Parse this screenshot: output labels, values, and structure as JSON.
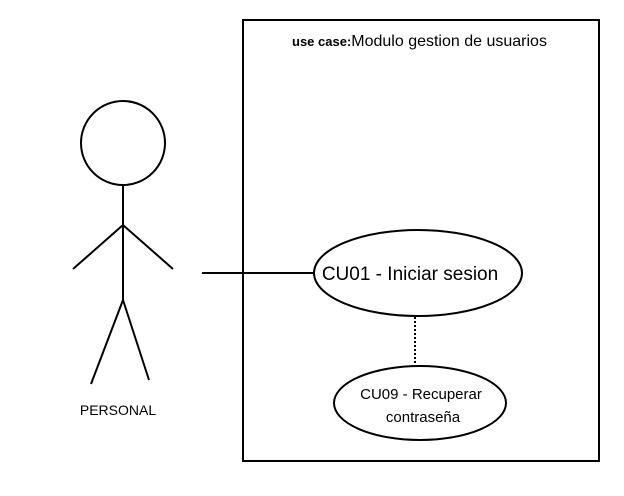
{
  "system": {
    "stereotype": "use case:",
    "name": "Modulo gestion de usuarios"
  },
  "actor": {
    "name": "PERSONAL"
  },
  "use_cases": [
    {
      "label_lines": [
        "CU01 - Iniciar sesion"
      ]
    },
    {
      "label_lines": [
        "CU09 - Recuperar",
        "contraseña"
      ]
    }
  ],
  "colors": {
    "stroke": "#000000",
    "background": "#ffffff"
  }
}
